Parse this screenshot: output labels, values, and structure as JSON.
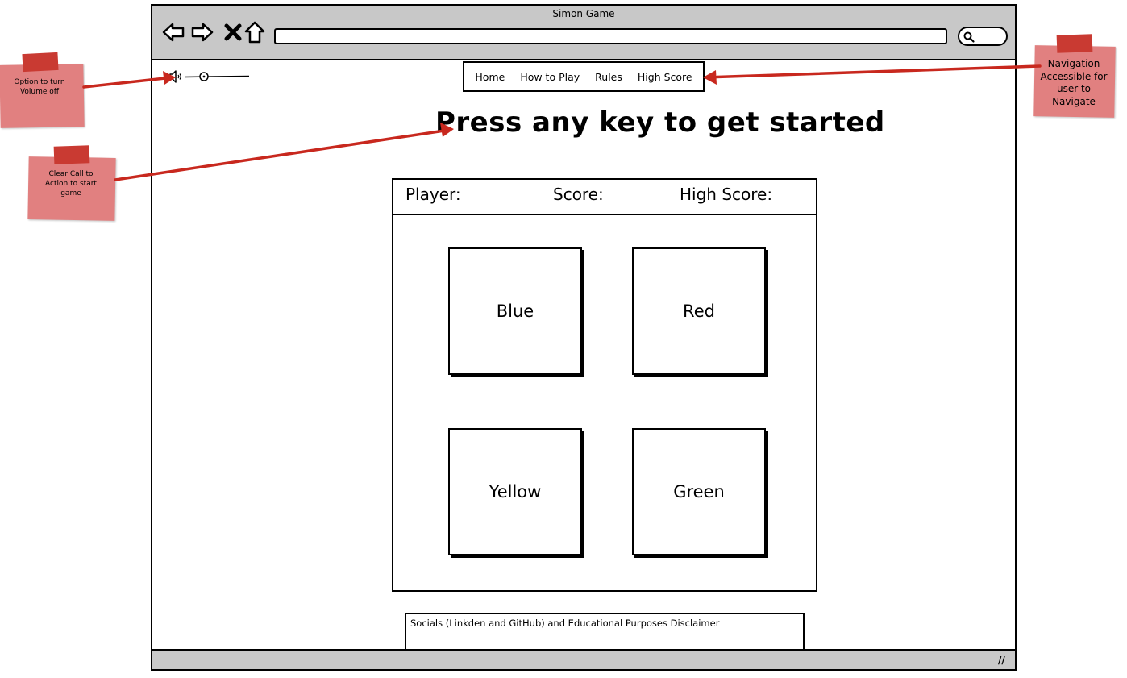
{
  "window": {
    "title": "Simon Game"
  },
  "address_bar": {
    "value": "",
    "placeholder": ""
  },
  "nav_menu": {
    "items": [
      {
        "label": "Home"
      },
      {
        "label": "How to Play"
      },
      {
        "label": "Rules"
      },
      {
        "label": "High Score"
      }
    ]
  },
  "cta": {
    "heading": "Press any key to get started"
  },
  "scoreboard": {
    "player_label": "Player:",
    "score_label": "Score:",
    "high_score_label": "High Score:"
  },
  "game_buttons": {
    "blue": "Blue",
    "red": "Red",
    "yellow": "Yellow",
    "green": "Green"
  },
  "footer": {
    "text": "Socials (Linkden and GitHub) and Educational Purposes Disclaimer"
  },
  "annotations": {
    "volume": "Option to turn Volume off",
    "cta": "Clear Call to Action to start game",
    "navigation": "Navigation Accessible for user to Navigate"
  },
  "icons": {
    "back": "back-arrow-icon",
    "forward": "forward-arrow-icon",
    "stop": "close-icon",
    "home": "home-icon",
    "search": "search-icon",
    "volume": "speaker-icon",
    "resize": "resize-grip-icon"
  },
  "colors": {
    "sticky_note": "#e07a7a",
    "tape": "#c93a32",
    "arrow": "#c8281e",
    "chrome": "#c8c8c8"
  }
}
